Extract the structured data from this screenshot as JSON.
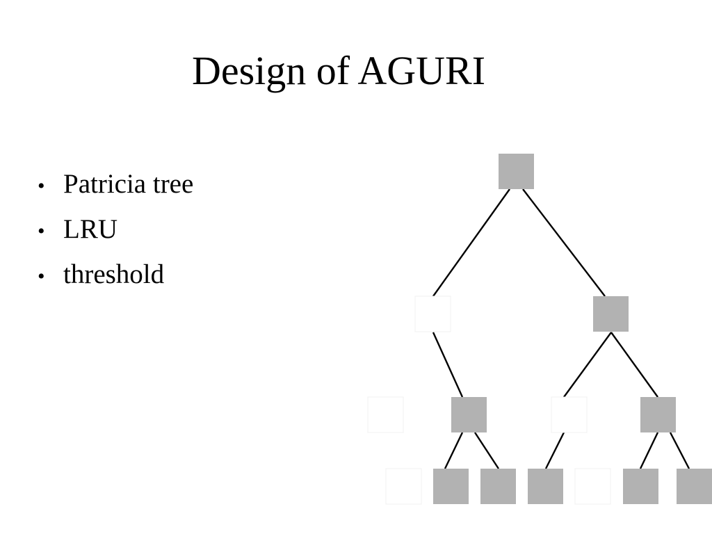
{
  "slide": {
    "title": "Design of AGURI",
    "bullets": [
      {
        "text": "Patricia tree"
      },
      {
        "text": "LRU"
      },
      {
        "text": "threshold"
      }
    ]
  },
  "tree": {
    "colors": {
      "filled": "#b2b2b2",
      "empty": "#ffffff",
      "empty_outline": "#f0f0f0",
      "edge": "#000000"
    }
  }
}
